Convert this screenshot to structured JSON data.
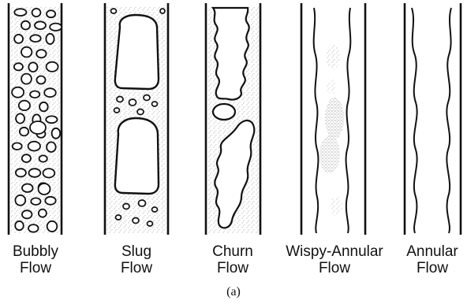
{
  "regimes": [
    {
      "id": "bubbly",
      "line1": "Bubbly",
      "line2": "Flow"
    },
    {
      "id": "slug",
      "line1": "Slug",
      "line2": "Flow"
    },
    {
      "id": "churn",
      "line1": "Churn",
      "line2": "Flow"
    },
    {
      "id": "wispy-annular",
      "line1": "Wispy-Annular",
      "line2": "Flow"
    },
    {
      "id": "annular",
      "line1": "Annular",
      "line2": "Flow"
    }
  ],
  "caption": "(a)",
  "colors": {
    "ink": "#111111",
    "stipple": "#9a9a9a",
    "background": "#ffffff"
  }
}
